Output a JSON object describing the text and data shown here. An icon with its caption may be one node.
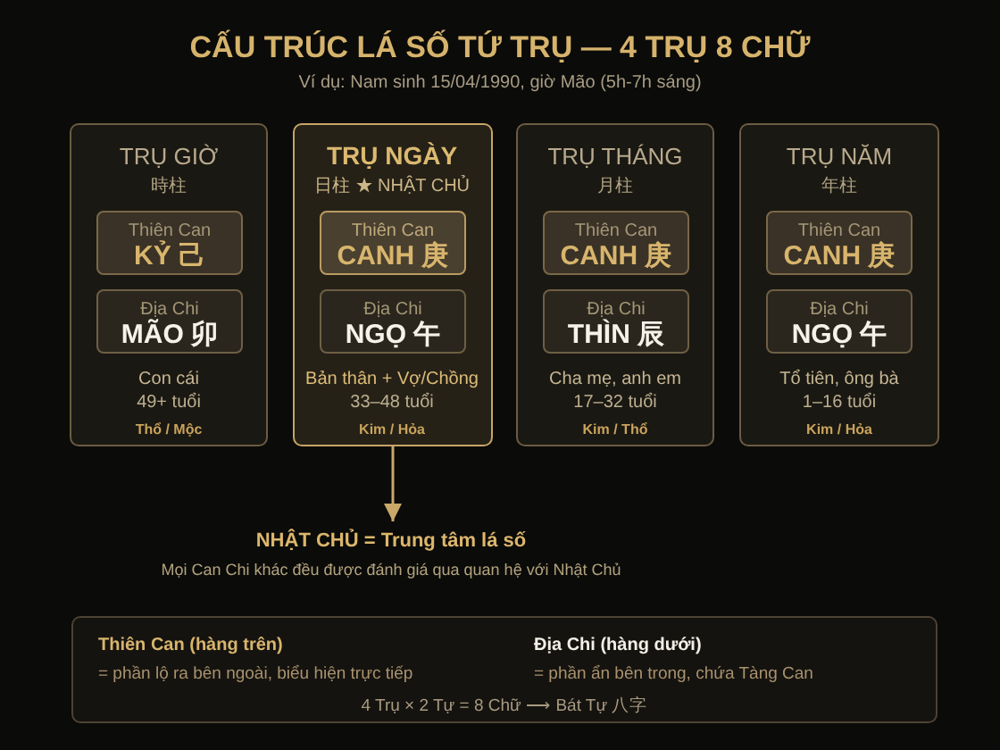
{
  "diagram": {
    "title": "CẤU TRÚC LÁ SỐ TỨ TRỤ — 4 TRỤ 8 CHỮ",
    "nodes": [
      {
        "text": [
          "TRỤ GIỜ",
          "時柱",
          "Con cái",
          "49+ tuổi",
          "Thổ / Mộc"
        ]
      },
      {
        "text": [
          "Thiên Can",
          "KỶ 己"
        ],
        "in": 0
      },
      {
        "text": [
          "Địa Chi",
          "MÃO 卯"
        ],
        "in": 0
      },
      {
        "text": [
          "TRỤ NGÀY",
          "日柱 ★ NHẬT CHỦ",
          "Bản thân + Vợ/Chồng",
          "33–48 tuổi",
          "Kim / Hỏa"
        ]
      },
      {
        "text": [
          "Thiên Can",
          "CANH 庚"
        ],
        "in": 3
      },
      {
        "text": [
          "Địa Chi",
          "NGỌ 午"
        ],
        "in": 3
      },
      {
        "text": [
          "TRỤ THÁNG",
          "月柱",
          "Cha mẹ, anh em",
          "17–32 tuổi",
          "Kim / Thổ"
        ]
      },
      {
        "text": [
          "Thiên Can",
          "CANH 庚"
        ],
        "in": 6
      },
      {
        "text": [
          "Địa Chi",
          "THÌN 辰"
        ],
        "in": 6
      },
      {
        "text": [
          "TRỤ NĂM",
          "年柱",
          "Tổ tiên, ông bà",
          "1–16 tuổi",
          "Kim / Hỏa"
        ]
      },
      {
        "text": [
          "Thiên Can",
          "CANH 庚"
        ],
        "in": 9
      },
      {
        "text": [
          "Địa Chi",
          "NGỌ 午"
        ],
        "in": 9
      },
      {
        "text": [
          "NHẬT CHỦ = Trung tâm lá số",
          "Mọi Can Chi khác đều được đánh giá qua quan hệ với Nhật Chủ"
        ]
      },
      {
        "text": [
          "Thiên Can (hàng trên)",
          "= phần lộ ra bên ngoài, biểu hiện trực tiếp",
          "Địa Chi (hàng dưới)",
          "= phần ẩn bên trong, chứa Tàng Can",
          "4 Trụ × 2 Tự = 8 Chữ ⟶ Bát Tự 八字"
        ]
      }
    ],
    "edges": [
      {
        "from": 3,
        "to": 12,
        "arrow": "to"
      }
    ],
    "labels": [
      "Ví dụ: Nam sinh 15/04/1990, giờ Mão (5h-7h sáng)"
    ]
  }
}
